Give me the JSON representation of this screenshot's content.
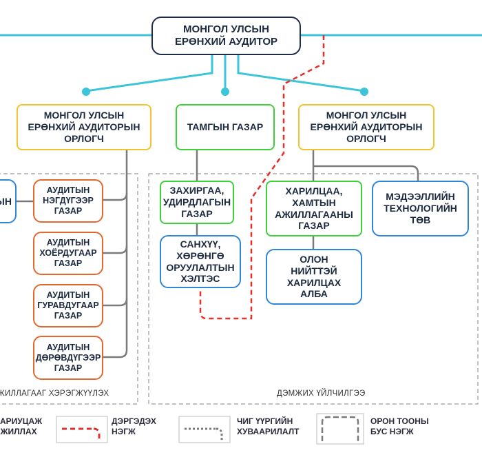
{
  "nodes": {
    "auditor_general": {
      "lines": [
        "МОНГОЛ УЛСЫН",
        "ЕРӨНХИЙ АУДИТОР"
      ],
      "color": "#1f2d4a"
    },
    "deputy_left": {
      "lines": [
        "МОНГОЛ УЛСЫН",
        "ЕРӨНХИЙ АУДИТОРЫН",
        "ОРЛОГЧ"
      ],
      "color": "#f2c22f"
    },
    "secretariat": {
      "lines": [
        "ТАМГЫН ГАЗАР"
      ],
      "color": "#3ecf3a"
    },
    "deputy_right": {
      "lines": [
        "МОНГОЛ УЛСЫН",
        "ЕРӨНХИЙ АУДИТОРЫН",
        "ОРЛОГЧ"
      ],
      "color": "#f2c22f"
    },
    "partial_blue_left": {
      "lines": [
        "ЫН"
      ],
      "color": "#2f86d8"
    },
    "audit_dept_2": {
      "lines": [
        "АУДИТЫН",
        "НЭГДҮГЭЭР",
        "ГАЗАР"
      ],
      "color": "#e4672b"
    },
    "audit_dept_3": {
      "lines": [
        "АУДИТЫН",
        "ХОЁРДУГААР",
        "ГАЗАР"
      ],
      "color": "#e4672b"
    },
    "audit_dept_4": {
      "lines": [
        "АУДИТЫН",
        "ГУРАВДУГААР",
        "ГАЗАР"
      ],
      "color": "#e4672b"
    },
    "audit_dept_5": {
      "lines": [
        "АУДИТЫН",
        "ДӨРӨВДҮГЭЭР",
        "ГАЗАР"
      ],
      "color": "#e4672b"
    },
    "admin_dept": {
      "lines": [
        "ЗАХИРГАА,",
        "УДИРДЛАГЫН",
        "ГАЗАР"
      ],
      "color": "#3ecf3a"
    },
    "finance_div": {
      "lines": [
        "САНХҮҮ,",
        "ХӨРӨНГӨ",
        "ОРУУЛАЛТЫН",
        "ХЭЛТЭС"
      ],
      "color": "#2f86d8"
    },
    "cooperation_dept": {
      "lines": [
        "ХАРИЛЦАА,",
        "ХАМТЫН",
        "АЖИЛЛАГААНЫ",
        "ГАЗАР"
      ],
      "color": "#3ecf3a"
    },
    "public_relations": {
      "lines": [
        "ОЛОН",
        "НИЙТТЭЙ",
        "ХАРИЛЦАХ",
        "АЛБА"
      ],
      "color": "#2f86d8"
    },
    "it_center": {
      "lines": [
        "МЭДЭЭЛЛИЙН",
        "ТЕХНОЛОГИЙН",
        "ТӨВ"
      ],
      "color": "#2f86d8"
    }
  },
  "groups": {
    "left_caption": "АЖИЛЛАГААГ ХЭРЭГЖҮҮЛЭХ",
    "right_caption": "ДЭМЖИХ ҮЙЛЧИЛГЭЭ"
  },
  "legend": [
    {
      "id": "reports",
      "lines": [
        "ХАРИУЦАЖ",
        "АЖИЛЛАХ"
      ],
      "style": "solid",
      "color": "#3cc5d9"
    },
    {
      "id": "attached",
      "lines": [
        "ДЭРГЭДЭХ",
        "НЭГЖ"
      ],
      "style": "dashed",
      "color": "#e0312b"
    },
    {
      "id": "functional",
      "lines": [
        "ЧИГ ҮҮРГИЙН",
        "ХУВААРИЛАЛТ"
      ],
      "style": "solid",
      "color": "#7a7a7a"
    },
    {
      "id": "non_staff",
      "lines": [
        "ОРОН ТООНЫ",
        "БУС НЭГЖ"
      ],
      "style": "dashed",
      "color": "#7a7a7a"
    }
  ],
  "colors": {
    "teal_line": "#3cc5d9",
    "red_dashed": "#e0312b",
    "gray_line": "#7a7a7a",
    "group_border": "#9a9a9a"
  }
}
